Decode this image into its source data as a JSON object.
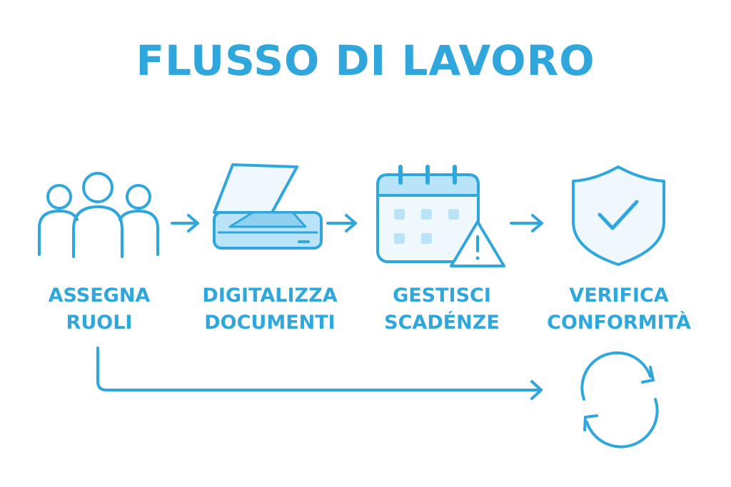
{
  "title": "FLUSSO DI LAVORO",
  "colors": {
    "accent": "#2fa6dc",
    "fill_light": "#b9e3f6",
    "fill_pale": "#eef8fd"
  },
  "steps": [
    {
      "icon": "people-icon",
      "line1": "ASSEGNA",
      "line2": "RUOLI"
    },
    {
      "icon": "scanner-icon",
      "line1": "DIGITALIZZA",
      "line2": "DOCUMENTI"
    },
    {
      "icon": "calendar-warning-icon",
      "line1": "GESTISCI",
      "line2": "SCADÉNZE"
    },
    {
      "icon": "shield-check-icon",
      "line1": "VERIFICA",
      "line2": "CONFORMITÀ"
    }
  ],
  "loop_icon": "refresh-icon"
}
